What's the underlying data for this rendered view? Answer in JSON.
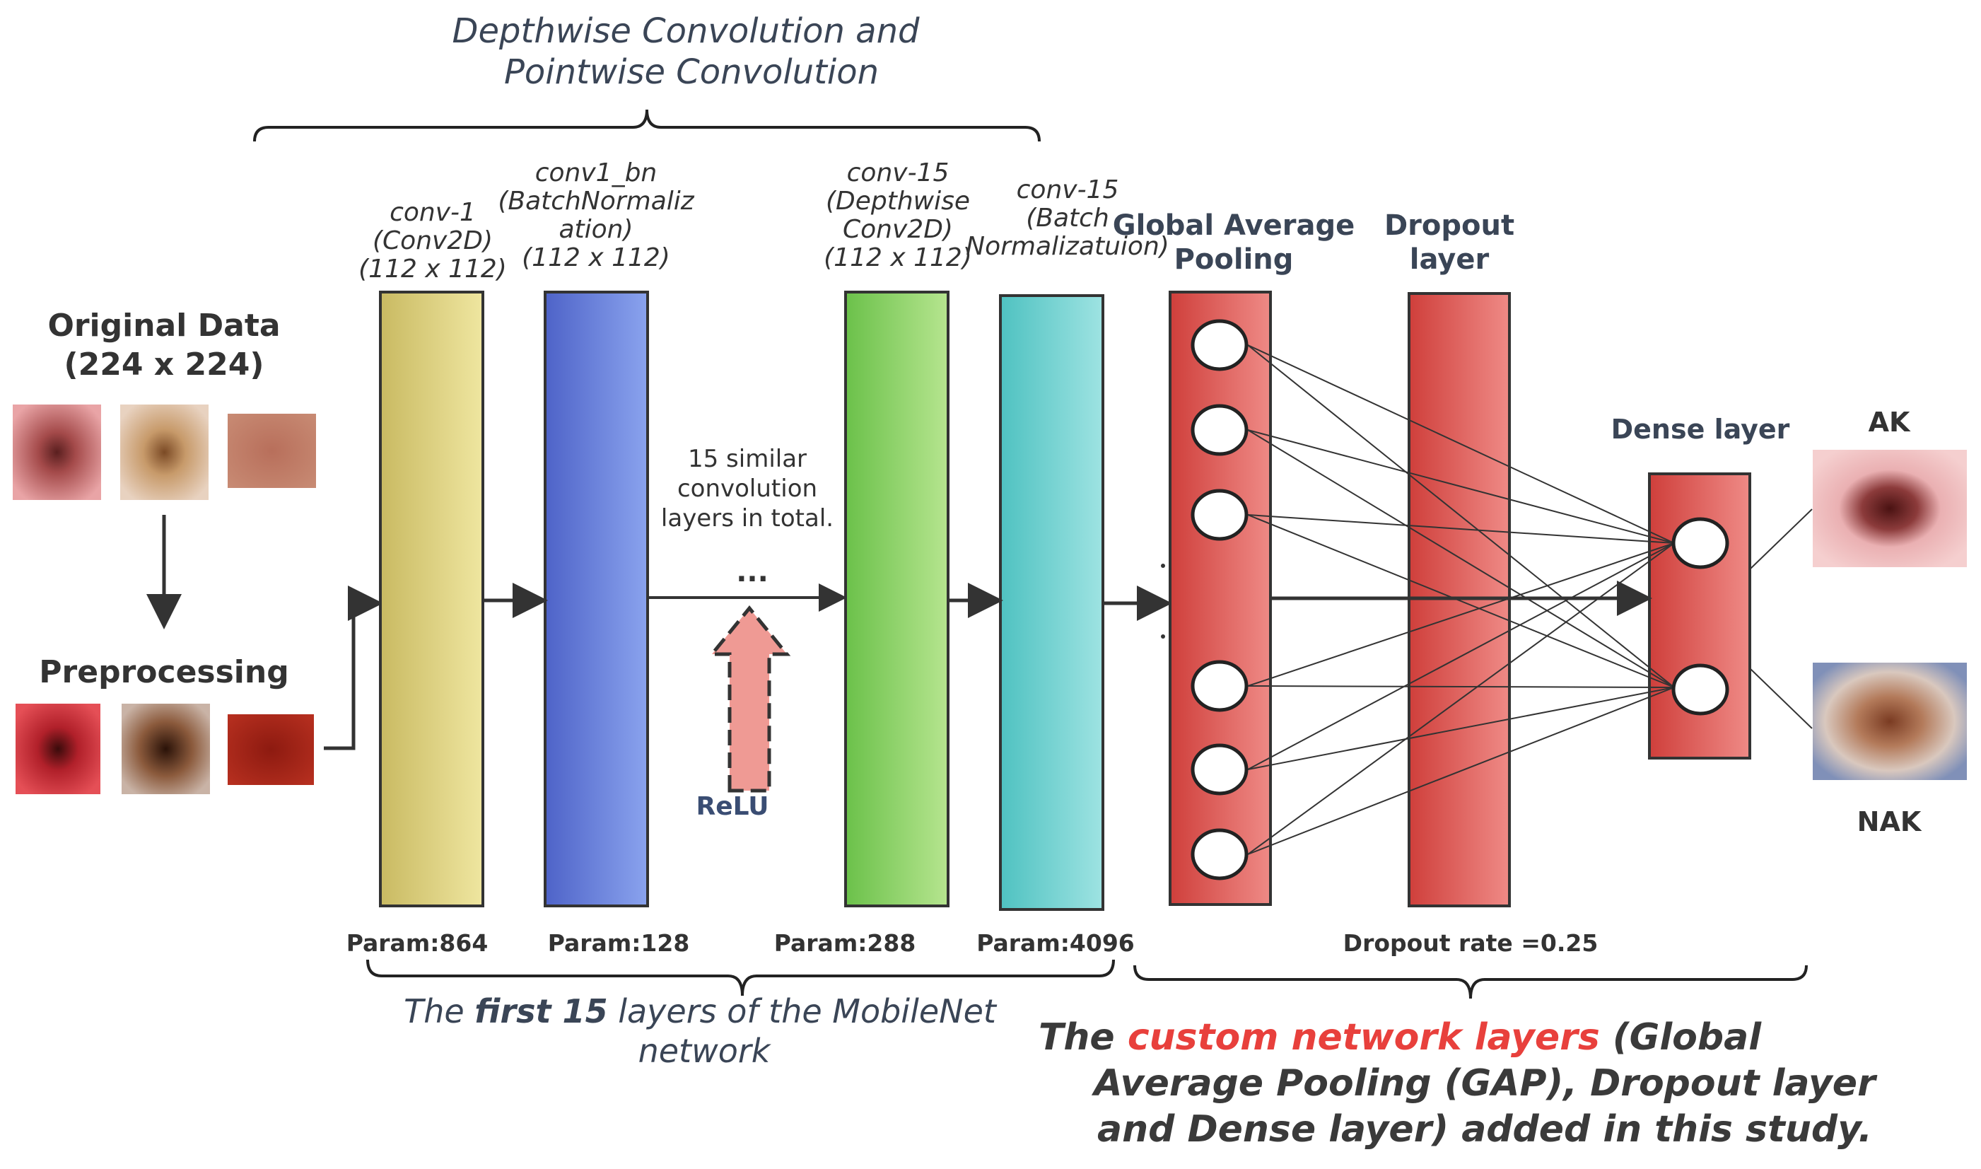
{
  "top_caption": [
    "Depthwise Convolution and",
    "Pointwise Convolution"
  ],
  "input": {
    "title_lines": [
      "Original Data",
      "(224 x 224)"
    ],
    "preprocess_title": "Preprocessing"
  },
  "layers": [
    {
      "label_lines": [
        "conv-1",
        "(Conv2D)",
        "(112 x 112)"
      ],
      "param": "Param:864"
    },
    {
      "label_lines": [
        "conv1_bn",
        "(BatchNormaliz",
        "ation)",
        "(112 x 112)"
      ],
      "param": "Param:128"
    },
    {
      "label_lines": [
        "conv-15",
        "(Depthwise",
        "Conv2D)",
        "(112 x 112)"
      ],
      "param": "Param:288"
    },
    {
      "label_lines": [
        "conv-15",
        "(Batch",
        "Normalizatuion)"
      ],
      "param": "Param:4096"
    }
  ],
  "middle_note": [
    "15 similar",
    "convolution",
    "layers in total."
  ],
  "ellipsis": "...",
  "relu_label": "ReLU",
  "gap_title": [
    "Global Average",
    "Pooling"
  ],
  "dropout_title": [
    "Dropout",
    "layer"
  ],
  "dropout_rate": "Dropout rate =0.25",
  "dense_title": "Dense layer",
  "outputs": {
    "ak": "AK",
    "nak": "NAK"
  },
  "bottom_left_caption": {
    "line1_pre": "The ",
    "line1_bold": "first 15",
    "line1_post": " layers of the MobileNet",
    "line2": "network"
  },
  "bottom_right_caption": {
    "line1_pre": "The ",
    "line1_red": "custom network layers",
    "line1_post": " (Global",
    "line2": "Average Pooling (GAP), Dropout layer",
    "line3": "and Dense layer) added in this study."
  },
  "colors": {
    "conv1": "#d9cd78",
    "bn1": "#6f86dc",
    "conv15": "#93d46c",
    "bn15": "#6ed0cf",
    "red_layers": "#d9534f",
    "relu_arrow": "#ef9a94",
    "accent_red": "#e8403c",
    "text_dark": "#2f3a4a"
  },
  "icons": [
    "arrow-right-icon",
    "arrow-down-icon",
    "dashed-up-arrow-icon",
    "lesion-thumbnail-icon"
  ]
}
